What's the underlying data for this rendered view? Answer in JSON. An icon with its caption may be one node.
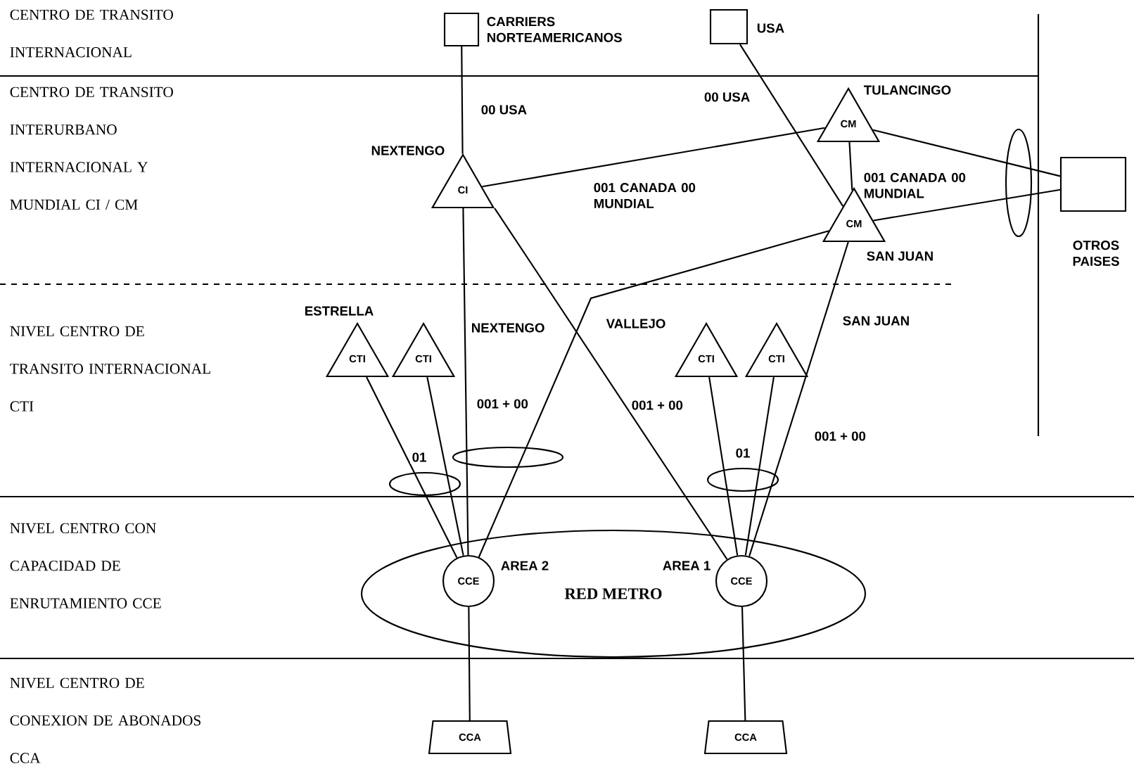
{
  "diagram": {
    "nodes": [
      {
        "text": [],
        "shape": "box",
        "beside": [
          "CARRIERS NORTEAMERICANOS"
        ]
      },
      {
        "text": [],
        "shape": "box",
        "beside": [
          "USA"
        ]
      },
      {
        "text": [
          "CI"
        ],
        "beside": [
          "NEXTENGO"
        ]
      },
      {
        "text": [
          "CM"
        ],
        "beside": [
          "TULANCINGO"
        ]
      },
      {
        "text": [
          "CM"
        ],
        "beside": [
          "SAN JUAN"
        ]
      },
      {
        "text": [],
        "shape": "box",
        "beside": [
          "OTROS PAISES"
        ]
      },
      {
        "text": [
          "CTI"
        ],
        "beside": [
          "ESTRELLA"
        ]
      },
      {
        "text": [
          "CTI"
        ]
      },
      {
        "text": [
          "CTI"
        ]
      },
      {
        "text": [
          "CTI"
        ]
      },
      {
        "text": [
          "RED METRO"
        ]
      },
      {
        "text": [
          "CCE"
        ],
        "in": 10,
        "beside": [
          "AREA 2"
        ]
      },
      {
        "text": [
          "CCE"
        ],
        "in": 10,
        "beside": [
          "AREA 1"
        ]
      },
      {
        "text": [
          "CCA"
        ]
      },
      {
        "text": [
          "CCA"
        ]
      }
    ],
    "edges": [
      {
        "from": 0,
        "to": 2,
        "arrow": "none",
        "label": "00 USA"
      },
      {
        "from": 1,
        "to": 4,
        "arrow": "none",
        "label": "00 USA"
      },
      {
        "from": 2,
        "to": 3,
        "arrow": "none",
        "label": "001 CANADA 00 MUNDIAL"
      },
      {
        "from": 3,
        "to": 4,
        "arrow": "none"
      },
      {
        "from": 3,
        "to": 5,
        "arrow": "none"
      },
      {
        "from": 4,
        "to": 5,
        "arrow": "none"
      },
      {
        "from": 2,
        "to": 11,
        "arrow": "none",
        "label": "001 + 00"
      },
      {
        "from": 2,
        "to": 12,
        "arrow": "none",
        "label": "001 + 00"
      },
      {
        "from": 4,
        "to": 11,
        "arrow": "none"
      },
      {
        "from": 4,
        "to": 12,
        "arrow": "none",
        "label": "001 + 00"
      },
      {
        "from": 6,
        "to": 11,
        "arrow": "none"
      },
      {
        "from": 7,
        "to": 11,
        "arrow": "none"
      },
      {
        "from": 8,
        "to": 12,
        "arrow": "none"
      },
      {
        "from": 9,
        "to": 12,
        "arrow": "none"
      },
      {
        "from": 11,
        "to": 13,
        "arrow": "none"
      },
      {
        "from": 12,
        "to": 14,
        "arrow": "none"
      }
    ],
    "labels": [
      "CENTRO DE TRANSITO INTERNACIONAL",
      "CENTRO DE TRANSITO INTERURBANO INTERNACIONAL Y MUNDIAL CI / CM",
      "001 CANADA 00 MUNDIAL",
      "NIVEL CENTRO DE TRANSITO INTERNACIONAL CTI",
      "NEXTENGO",
      "VALLEJO",
      "SAN JUAN",
      "01",
      "01",
      "NIVEL CENTRO CON CAPACIDAD DE ENRUTAMIENTO CCE",
      "NIVEL CENTRO DE CONEXION DE ABONADOS CCA"
    ]
  }
}
